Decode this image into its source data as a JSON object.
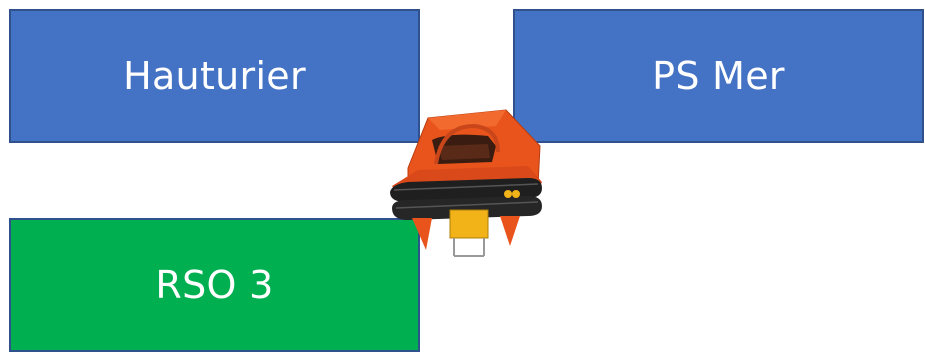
{
  "tiles": {
    "hauturier": {
      "label": "Hauturier",
      "color": "#4472c4"
    },
    "ps_mer": {
      "label": "PS Mer",
      "color": "#4472c4"
    },
    "rso3": {
      "label": "RSO 3",
      "color": "#00b050"
    }
  },
  "image": {
    "icon": "life-raft-icon",
    "color": "#e8541c"
  }
}
